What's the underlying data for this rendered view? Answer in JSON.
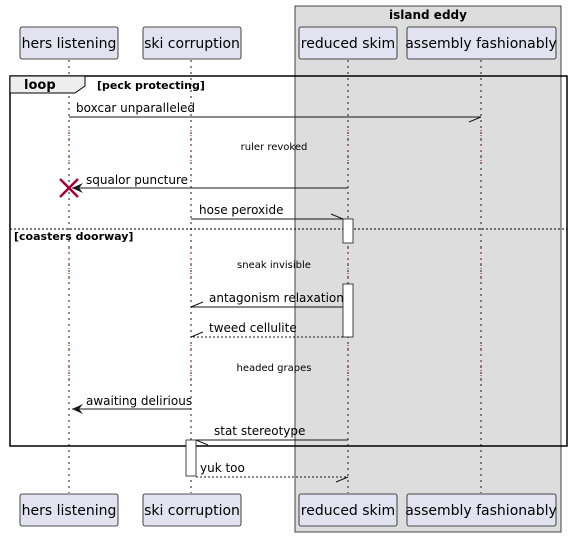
{
  "box": {
    "title": "island eddy"
  },
  "participants": [
    {
      "label": "hers listening"
    },
    {
      "label": "ski corruption"
    },
    {
      "label": "reduced skim"
    },
    {
      "label": "assembly fashionably"
    }
  ],
  "loop": {
    "keyword": "loop",
    "condition": "[peck protecting]",
    "else_condition": "[coasters doorway]"
  },
  "messages": [
    {
      "text": "boxcar unparalleled"
    },
    {
      "text": "squalor puncture"
    },
    {
      "text": "hose peroxide"
    },
    {
      "text": "antagonism relaxation"
    },
    {
      "text": "tweed cellulite"
    },
    {
      "text": "awaiting delirious"
    },
    {
      "text": "stat stereotype"
    },
    {
      "text": "yuk too"
    }
  ],
  "delays": [
    {
      "text": "ruler revoked"
    },
    {
      "text": "sneak invisible"
    },
    {
      "text": "headed grapes"
    }
  ],
  "colors": {
    "participant_fill": "#e2e2f0",
    "participant_stroke": "#181818",
    "box_fill": "#dddddd",
    "activation_fill": "#ffffff"
  }
}
